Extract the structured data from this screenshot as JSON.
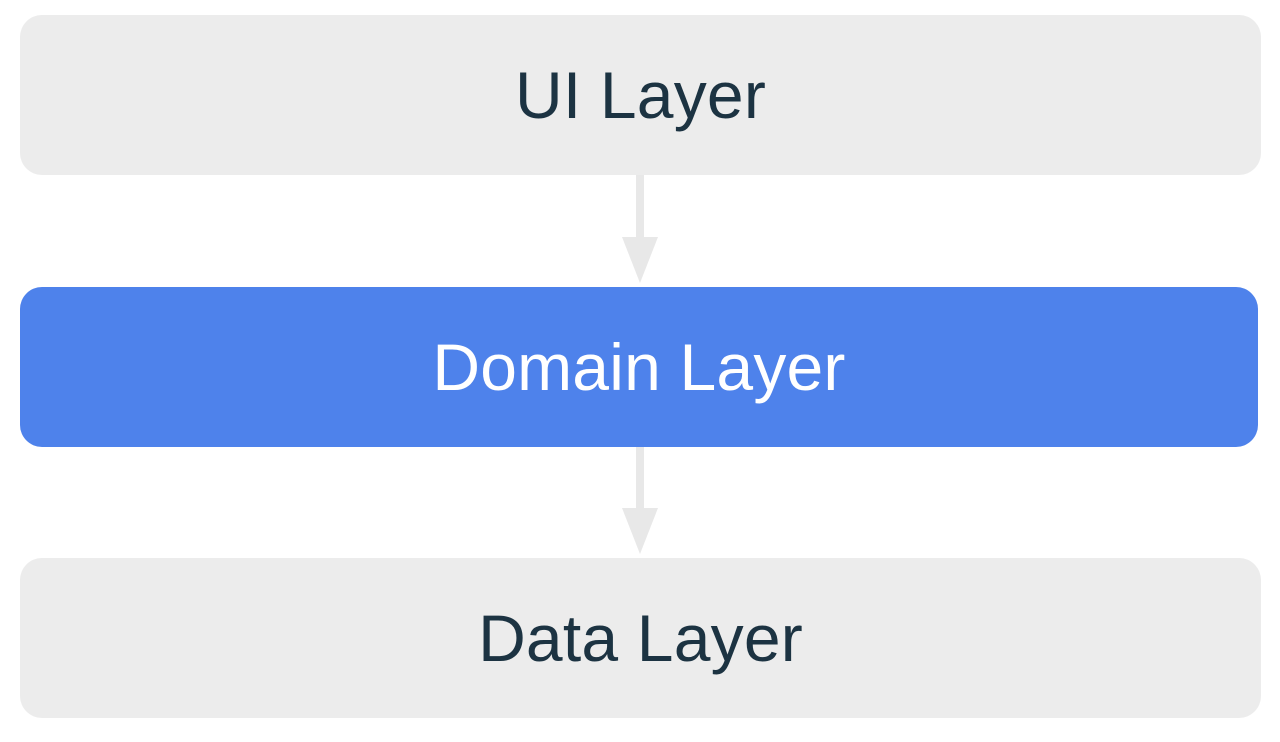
{
  "diagram": {
    "type": "flow-diagram",
    "orientation": "vertical-top-down",
    "title_text": "",
    "background_color": "#FFFFFF",
    "nodes": [
      {
        "id": "ui",
        "label": "UI Layer",
        "shape": "rounded-rectangle",
        "fill": "#ECECEC",
        "text_color": "#1C3342",
        "highlighted": false
      },
      {
        "id": "domain",
        "label": "Domain Layer",
        "shape": "rounded-rectangle",
        "fill": "#4E82EB",
        "text_color": "#FFFFFF",
        "highlighted": true
      },
      {
        "id": "data",
        "label": "Data Layer",
        "shape": "rounded-rectangle",
        "fill": "#ECECEC",
        "text_color": "#1C3342",
        "highlighted": false
      }
    ],
    "edges": [
      {
        "id": "ui-to-domain",
        "from": "ui",
        "to": "domain",
        "label": "",
        "color": "#E8E8E8",
        "arrowhead": "filled-triangle",
        "direction": "down"
      },
      {
        "id": "domain-to-data",
        "from": "domain",
        "to": "data",
        "label": "",
        "color": "#E8E8E8",
        "arrowhead": "filled-triangle",
        "direction": "down"
      }
    ]
  }
}
